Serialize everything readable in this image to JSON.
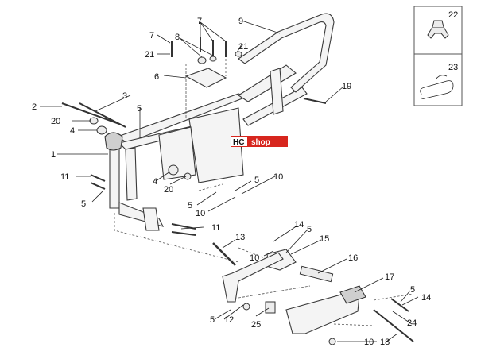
{
  "watermark": {
    "hc": "HC",
    "shop": "shop"
  },
  "callouts": {
    "c1": "1",
    "c2": "2",
    "c3": "3",
    "c4a": "4",
    "c4b": "4",
    "c5a": "5",
    "c5b": "5",
    "c5c": "5",
    "c5d": "5",
    "c5e": "5",
    "c5f": "5",
    "c5g": "5",
    "c6": "6",
    "c7a": "7",
    "c7b": "7",
    "c8": "8",
    "c9": "9",
    "c10a": "10",
    "c10b": "10",
    "c10c": "10",
    "c10d": "10",
    "c11a": "11",
    "c11b": "11",
    "c12": "12",
    "c13": "13",
    "c14a": "14",
    "c14b": "14",
    "c15": "15",
    "c16": "16",
    "c17": "17",
    "c18": "18",
    "c19": "19",
    "c20a": "20",
    "c20b": "20",
    "c21a": "21",
    "c21b": "21",
    "c22": "22",
    "c23": "23",
    "c24": "24",
    "c25": "25"
  }
}
